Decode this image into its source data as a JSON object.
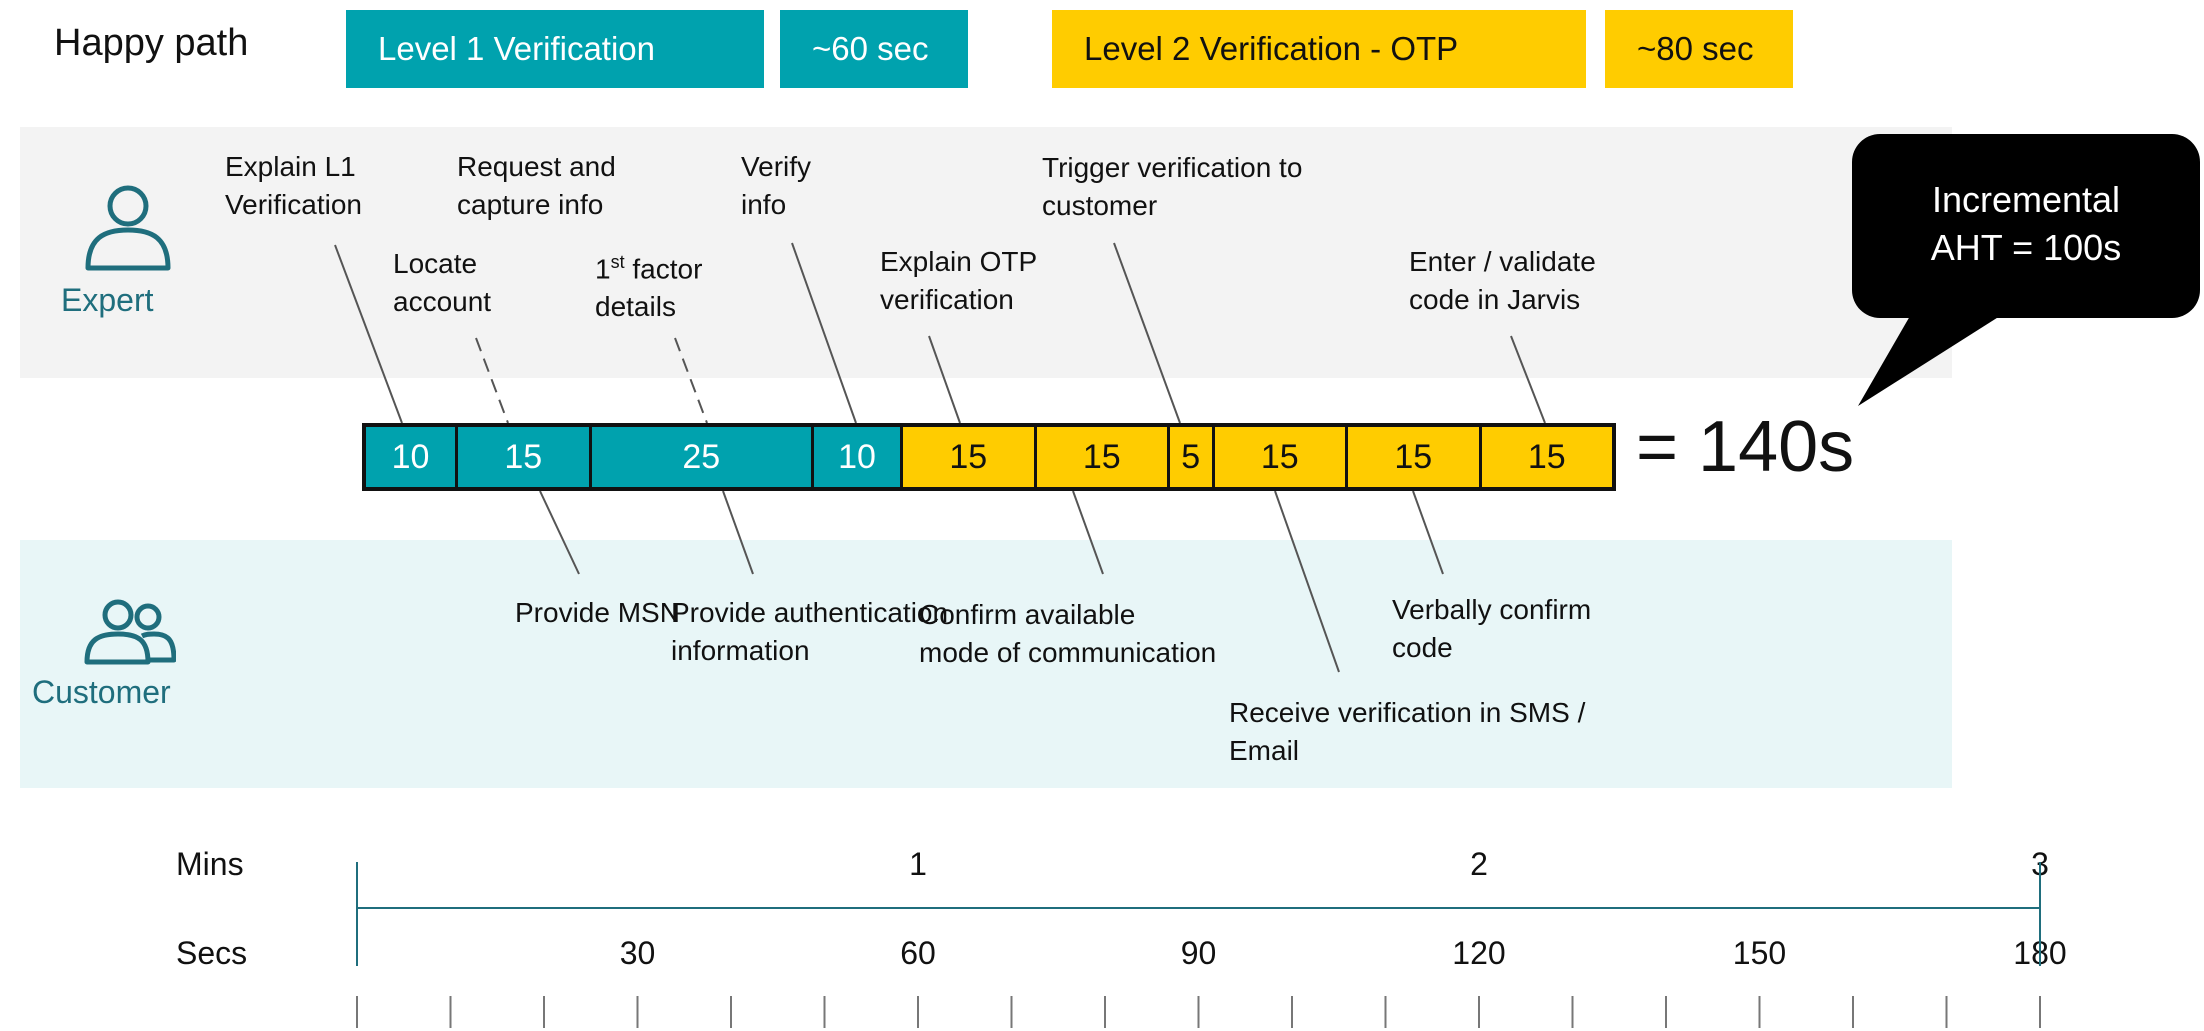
{
  "header": {
    "title": "Happy path",
    "phase1_label": "Level 1 Verification",
    "phase1_time": "~60 sec",
    "phase2_label": "Level 2 Verification - OTP",
    "phase2_time": "~80 sec"
  },
  "colors": {
    "teal": "#00A2AE",
    "gold": "#FFCC00",
    "role": "#1F6E7D",
    "axis": "#1F6E7D"
  },
  "roles": {
    "expert": "Expert",
    "customer": "Customer"
  },
  "expert_steps": {
    "explain_l1": "Explain L1\nVerification",
    "locate_account": "Locate\naccount",
    "request_info": "Request and\ncapture info",
    "first_factor_sup": "st",
    "first_factor_pre": "1",
    "first_factor_post": " factor\ndetails",
    "verify_info": "Verify\ninfo",
    "explain_otp": "Explain OTP\nverification",
    "trigger": "Trigger verification to\ncustomer",
    "enter_code": "Enter / validate\ncode in Jarvis"
  },
  "customer_steps": {
    "provide_msn": "Provide MSN",
    "provide_auth": "Provide authentication\ninformation",
    "confirm_mode": "Confirm available\nmode of communication",
    "receive_verif": "Receive verification in SMS /\nEmail",
    "verbally_confirm": "Verbally confirm\ncode"
  },
  "segments": [
    {
      "value": 10,
      "label": "10",
      "phase": "L1"
    },
    {
      "value": 15,
      "label": "15",
      "phase": "L1"
    },
    {
      "value": 25,
      "label": "25",
      "phase": "L1"
    },
    {
      "value": 10,
      "label": "10",
      "phase": "L1"
    },
    {
      "value": 15,
      "label": "15",
      "phase": "L2"
    },
    {
      "value": 15,
      "label": "15",
      "phase": "L2"
    },
    {
      "value": 5,
      "label": "5",
      "phase": "L2"
    },
    {
      "value": 15,
      "label": "15",
      "phase": "L2"
    },
    {
      "value": 15,
      "label": "15",
      "phase": "L2"
    },
    {
      "value": 15,
      "label": "15",
      "phase": "L2"
    }
  ],
  "total_label": "= 140s",
  "callout": "Incremental\nAHT = 100s",
  "timeline": {
    "mins_label": "Mins",
    "secs_label": "Secs",
    "mins": [
      {
        "value": 1,
        "label": "1"
      },
      {
        "value": 2,
        "label": "2"
      },
      {
        "value": 3,
        "label": "3"
      }
    ],
    "secs": [
      {
        "value": 30,
        "label": "30"
      },
      {
        "value": 60,
        "label": "60"
      },
      {
        "value": 90,
        "label": "90"
      },
      {
        "value": 120,
        "label": "120"
      },
      {
        "value": 150,
        "label": "150"
      },
      {
        "value": 180,
        "label": "180"
      }
    ]
  }
}
